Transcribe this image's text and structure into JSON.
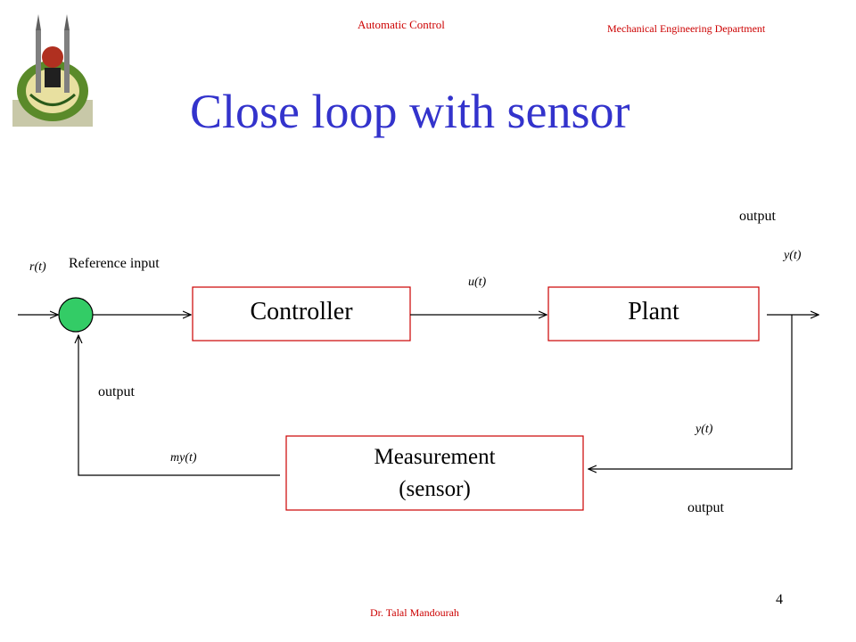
{
  "header": {
    "course": "Automatic Control",
    "department": "Mechanical Engineering Department"
  },
  "title": "Close loop with sensor",
  "diagram": {
    "reference_symbol": "r(t)",
    "reference_label": "Reference input",
    "controller": "Controller",
    "plant": "Plant",
    "control_signal": "u(t)",
    "output_top_label": "output",
    "output_top_symbol": "y(t)",
    "feedback_label": "output",
    "measured_symbol": "my(t)",
    "measurement_line1": "Measurement",
    "measurement_line2": "(sensor)",
    "output_right_symbol": "y(t)",
    "output_right_label": "output"
  },
  "footer": {
    "author": "Dr. Talal Mandourah",
    "page_number": "4"
  },
  "colors": {
    "title": "#3333cc",
    "header": "#cc0000",
    "box_border": "#cc0000",
    "summing_junction": "#33cc66"
  }
}
